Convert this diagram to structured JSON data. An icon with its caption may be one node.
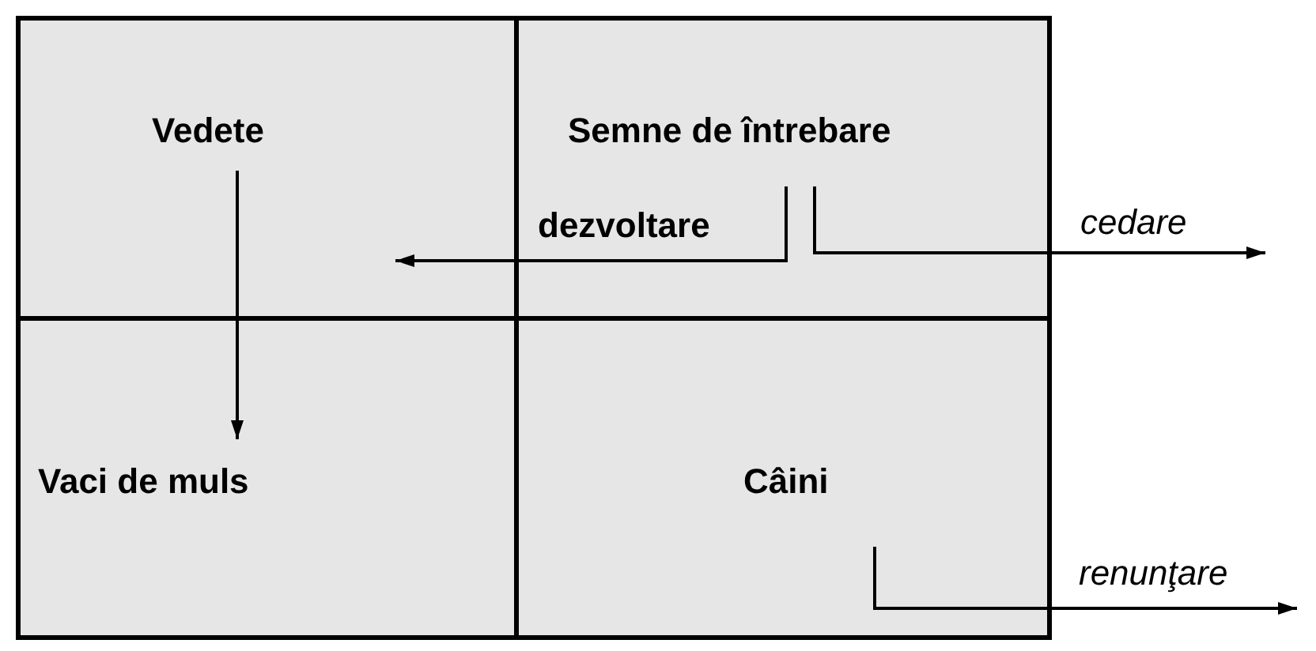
{
  "diagram": {
    "nodes": [
      {
        "text": [
          "Vedete"
        ]
      },
      {
        "text": [
          "Semne de întrebare"
        ]
      },
      {
        "text": [
          "Vaci de muls"
        ]
      },
      {
        "text": [
          "Câini"
        ]
      }
    ],
    "edges": [
      {
        "from": 0,
        "to": 2,
        "arrow": "to"
      },
      {
        "from": 1,
        "to": 0,
        "arrow": "to",
        "label": "dezvoltare"
      },
      {
        "from": 1,
        "to": null,
        "arrow": "to",
        "label": "cedare"
      },
      {
        "from": 3,
        "to": null,
        "arrow": "to",
        "label": "renunţare"
      }
    ]
  }
}
